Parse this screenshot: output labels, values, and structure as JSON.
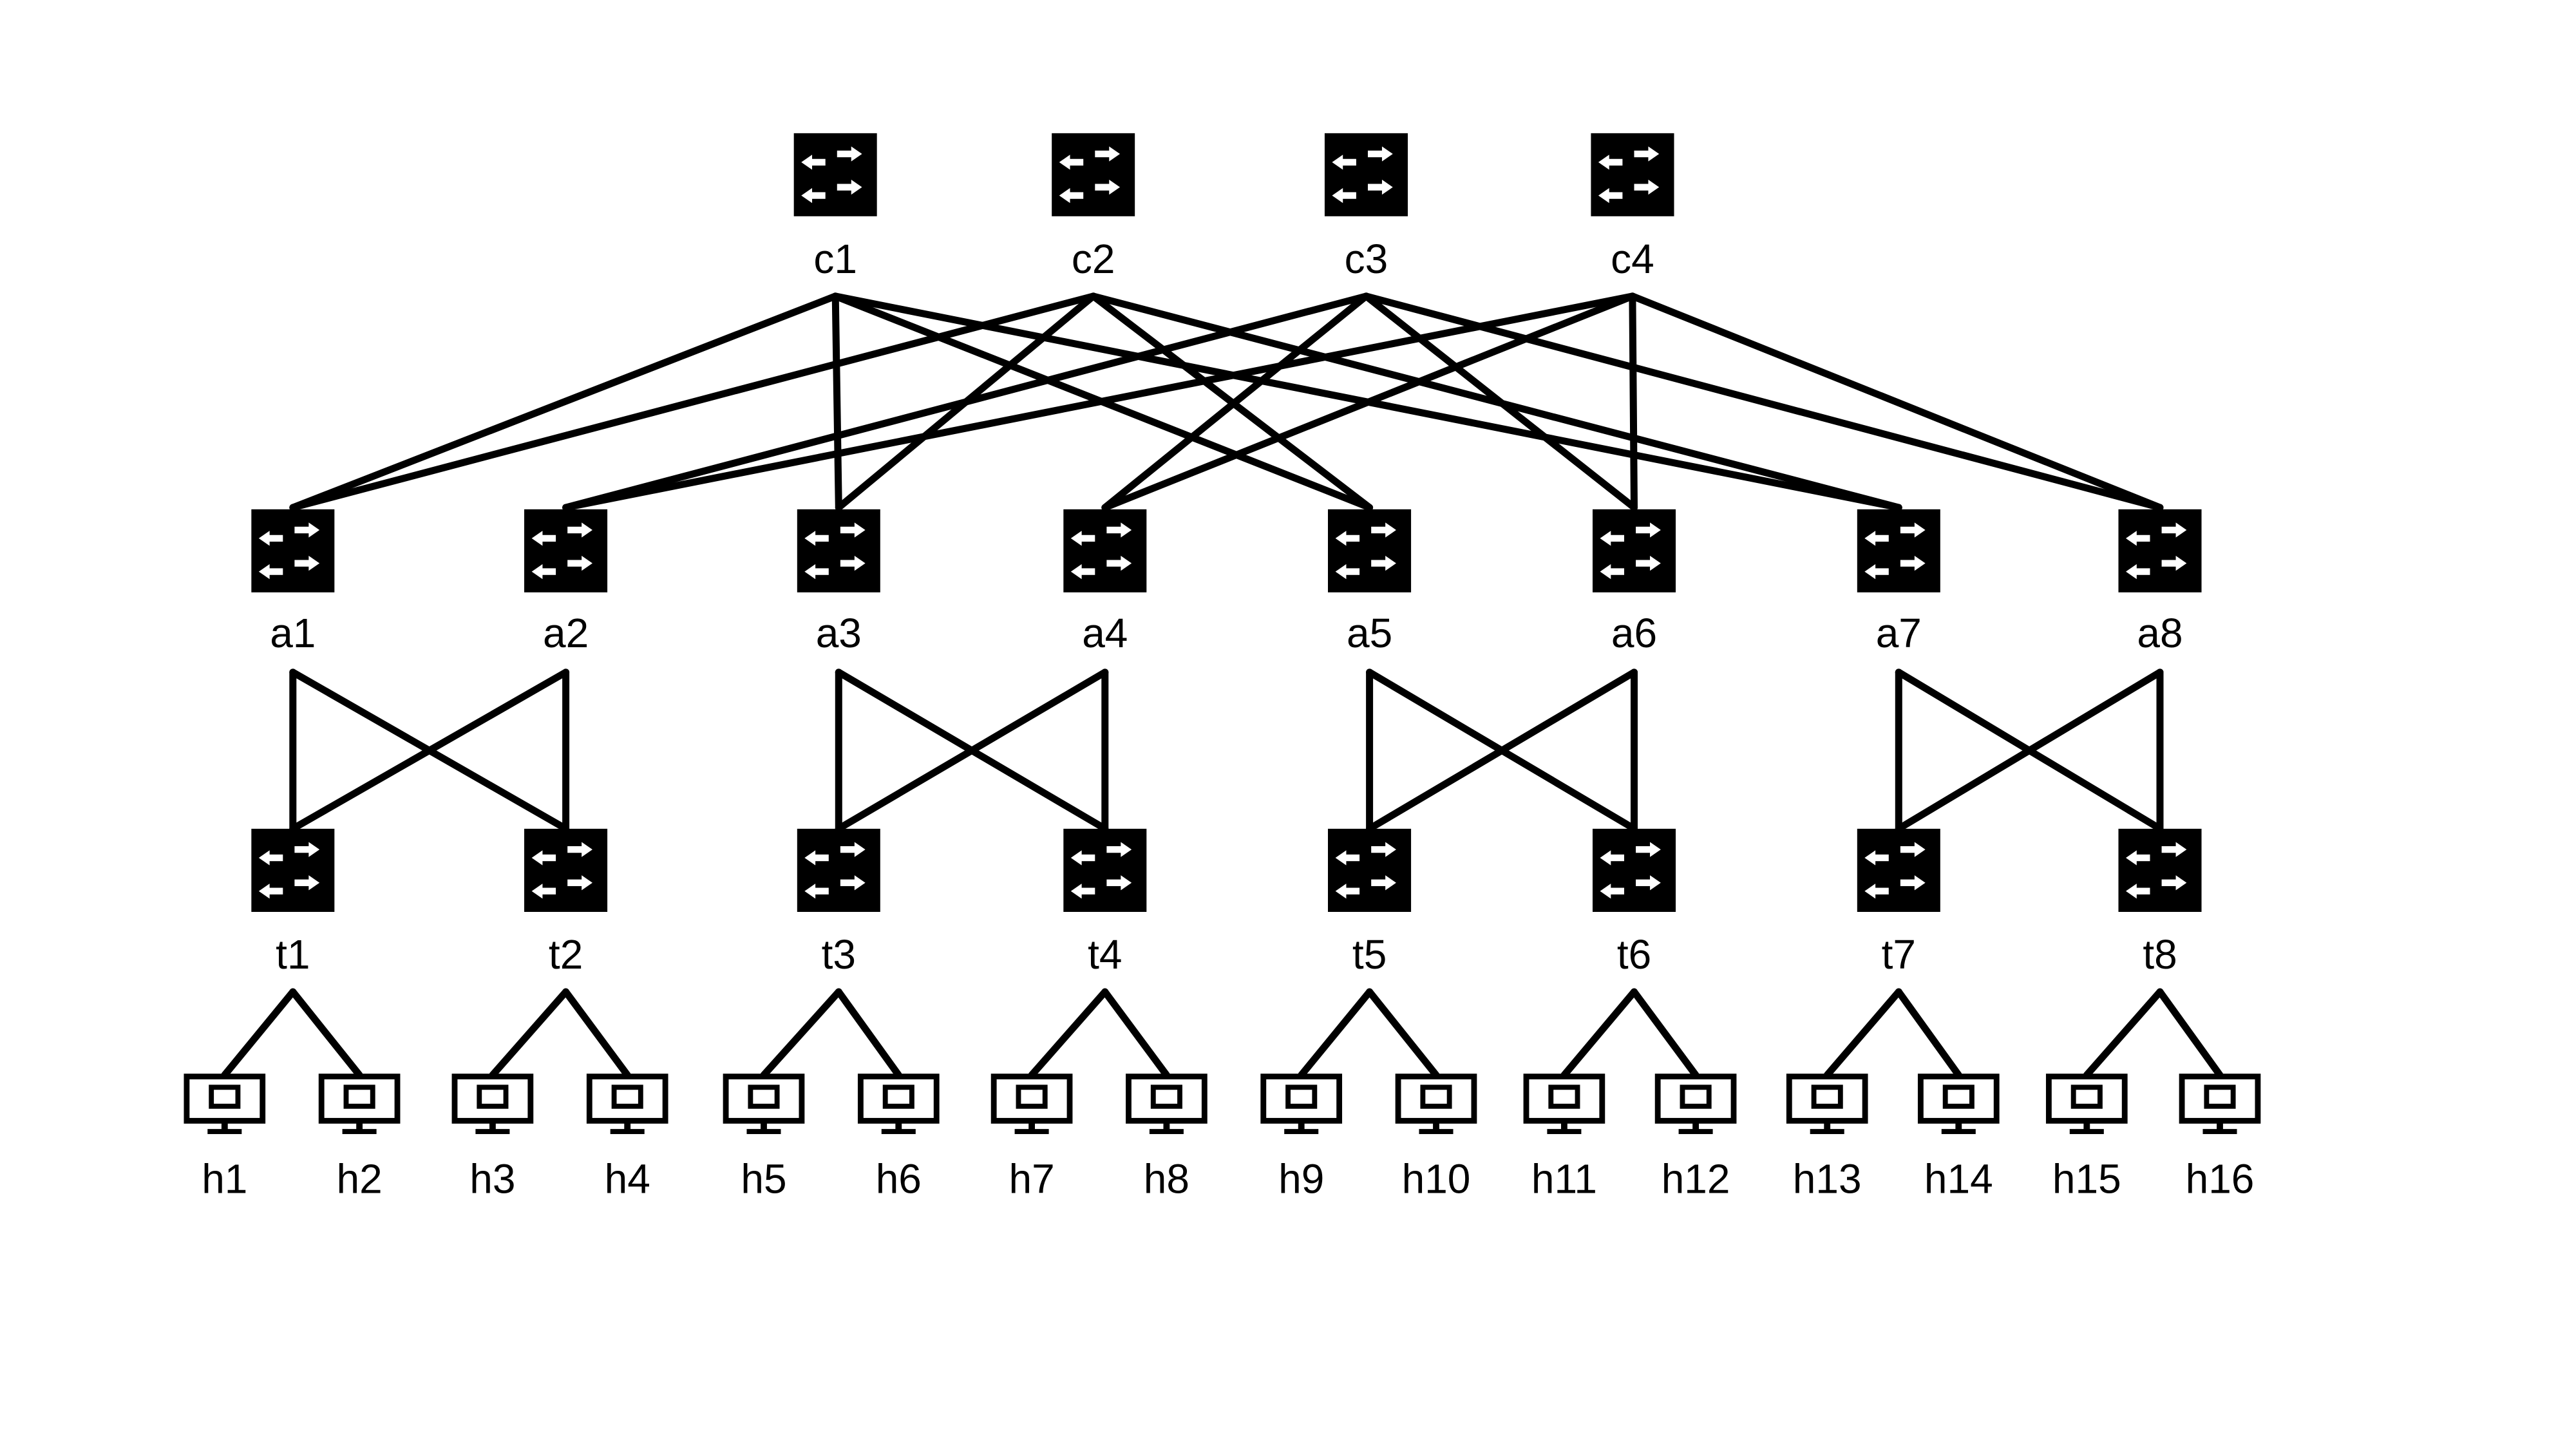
{
  "diagram": {
    "type": "fat-tree network topology",
    "colors": {
      "line": "#000000",
      "background": "#ffffff"
    },
    "core_switches": [
      {
        "id": "c1",
        "label": "c1",
        "icon": "switch-icon"
      },
      {
        "id": "c2",
        "label": "c2",
        "icon": "switch-icon"
      },
      {
        "id": "c3",
        "label": "c3",
        "icon": "switch-icon"
      },
      {
        "id": "c4",
        "label": "c4",
        "icon": "switch-icon"
      }
    ],
    "aggregation_switches": [
      {
        "id": "a1",
        "label": "a1",
        "icon": "switch-icon"
      },
      {
        "id": "a2",
        "label": "a2",
        "icon": "switch-icon"
      },
      {
        "id": "a3",
        "label": "a3",
        "icon": "switch-icon"
      },
      {
        "id": "a4",
        "label": "a4",
        "icon": "switch-icon"
      },
      {
        "id": "a5",
        "label": "a5",
        "icon": "switch-icon"
      },
      {
        "id": "a6",
        "label": "a6",
        "icon": "switch-icon"
      },
      {
        "id": "a7",
        "label": "a7",
        "icon": "switch-icon"
      },
      {
        "id": "a8",
        "label": "a8",
        "icon": "switch-icon"
      }
    ],
    "tor_switches": [
      {
        "id": "t1",
        "label": "t1",
        "icon": "switch-icon"
      },
      {
        "id": "t2",
        "label": "t2",
        "icon": "switch-icon"
      },
      {
        "id": "t3",
        "label": "t3",
        "icon": "switch-icon"
      },
      {
        "id": "t4",
        "label": "t4",
        "icon": "switch-icon"
      },
      {
        "id": "t5",
        "label": "t5",
        "icon": "switch-icon"
      },
      {
        "id": "t6",
        "label": "t6",
        "icon": "switch-icon"
      },
      {
        "id": "t7",
        "label": "t7",
        "icon": "switch-icon"
      },
      {
        "id": "t8",
        "label": "t8",
        "icon": "switch-icon"
      }
    ],
    "hosts": [
      {
        "id": "h1",
        "label": "h1",
        "icon": "monitor-icon"
      },
      {
        "id": "h2",
        "label": "h2",
        "icon": "monitor-icon"
      },
      {
        "id": "h3",
        "label": "h3",
        "icon": "monitor-icon"
      },
      {
        "id": "h4",
        "label": "h4",
        "icon": "monitor-icon"
      },
      {
        "id": "h5",
        "label": "h5",
        "icon": "monitor-icon"
      },
      {
        "id": "h6",
        "label": "h6",
        "icon": "monitor-icon"
      },
      {
        "id": "h7",
        "label": "h7",
        "icon": "monitor-icon"
      },
      {
        "id": "h8",
        "label": "h8",
        "icon": "monitor-icon"
      },
      {
        "id": "h9",
        "label": "h9",
        "icon": "monitor-icon"
      },
      {
        "id": "h10",
        "label": "h10",
        "icon": "monitor-icon"
      },
      {
        "id": "h11",
        "label": "h11",
        "icon": "monitor-icon"
      },
      {
        "id": "h12",
        "label": "h12",
        "icon": "monitor-icon"
      },
      {
        "id": "h13",
        "label": "h13",
        "icon": "monitor-icon"
      },
      {
        "id": "h14",
        "label": "h14",
        "icon": "monitor-icon"
      },
      {
        "id": "h15",
        "label": "h15",
        "icon": "monitor-icon"
      },
      {
        "id": "h16",
        "label": "h16",
        "icon": "monitor-icon"
      }
    ],
    "links": [
      [
        "c1",
        "a1"
      ],
      [
        "c1",
        "a3"
      ],
      [
        "c1",
        "a5"
      ],
      [
        "c1",
        "a7"
      ],
      [
        "c2",
        "a1"
      ],
      [
        "c2",
        "a3"
      ],
      [
        "c2",
        "a5"
      ],
      [
        "c2",
        "a7"
      ],
      [
        "c3",
        "a2"
      ],
      [
        "c3",
        "a4"
      ],
      [
        "c3",
        "a6"
      ],
      [
        "c3",
        "a8"
      ],
      [
        "c4",
        "a2"
      ],
      [
        "c4",
        "a4"
      ],
      [
        "c4",
        "a6"
      ],
      [
        "c4",
        "a8"
      ],
      [
        "a1",
        "t1"
      ],
      [
        "a1",
        "t2"
      ],
      [
        "a2",
        "t1"
      ],
      [
        "a2",
        "t2"
      ],
      [
        "a3",
        "t3"
      ],
      [
        "a3",
        "t4"
      ],
      [
        "a4",
        "t3"
      ],
      [
        "a4",
        "t4"
      ],
      [
        "a5",
        "t5"
      ],
      [
        "a5",
        "t6"
      ],
      [
        "a6",
        "t5"
      ],
      [
        "a6",
        "t6"
      ],
      [
        "a7",
        "t7"
      ],
      [
        "a7",
        "t8"
      ],
      [
        "a8",
        "t7"
      ],
      [
        "a8",
        "t8"
      ],
      [
        "t1",
        "h1"
      ],
      [
        "t1",
        "h2"
      ],
      [
        "t2",
        "h3"
      ],
      [
        "t2",
        "h4"
      ],
      [
        "t3",
        "h5"
      ],
      [
        "t3",
        "h6"
      ],
      [
        "t4",
        "h7"
      ],
      [
        "t4",
        "h8"
      ],
      [
        "t5",
        "h9"
      ],
      [
        "t5",
        "h10"
      ],
      [
        "t6",
        "h11"
      ],
      [
        "t6",
        "h12"
      ],
      [
        "t7",
        "h13"
      ],
      [
        "t7",
        "h14"
      ],
      [
        "t8",
        "h15"
      ],
      [
        "t8",
        "h16"
      ]
    ]
  }
}
